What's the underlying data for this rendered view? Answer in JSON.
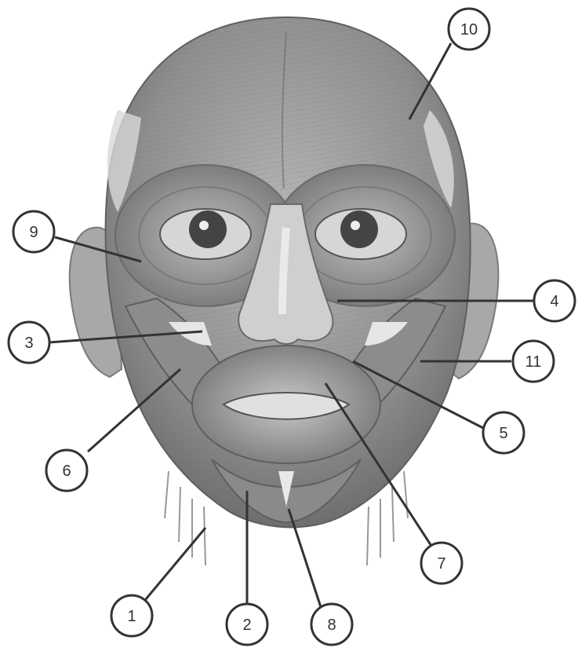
{
  "diagram": {
    "callouts": [
      {
        "id": "1",
        "label": "1"
      },
      {
        "id": "2",
        "label": "2"
      },
      {
        "id": "3",
        "label": "3"
      },
      {
        "id": "4",
        "label": "4"
      },
      {
        "id": "5",
        "label": "5"
      },
      {
        "id": "6",
        "label": "6"
      },
      {
        "id": "7",
        "label": "7"
      },
      {
        "id": "8",
        "label": "8"
      },
      {
        "id": "9",
        "label": "9"
      },
      {
        "id": "10",
        "label": "10"
      },
      {
        "id": "11",
        "label": "11"
      }
    ]
  },
  "colors": {
    "background": "#ffffff",
    "muscle_fill": "#9a9a9a",
    "line": "#333333"
  }
}
